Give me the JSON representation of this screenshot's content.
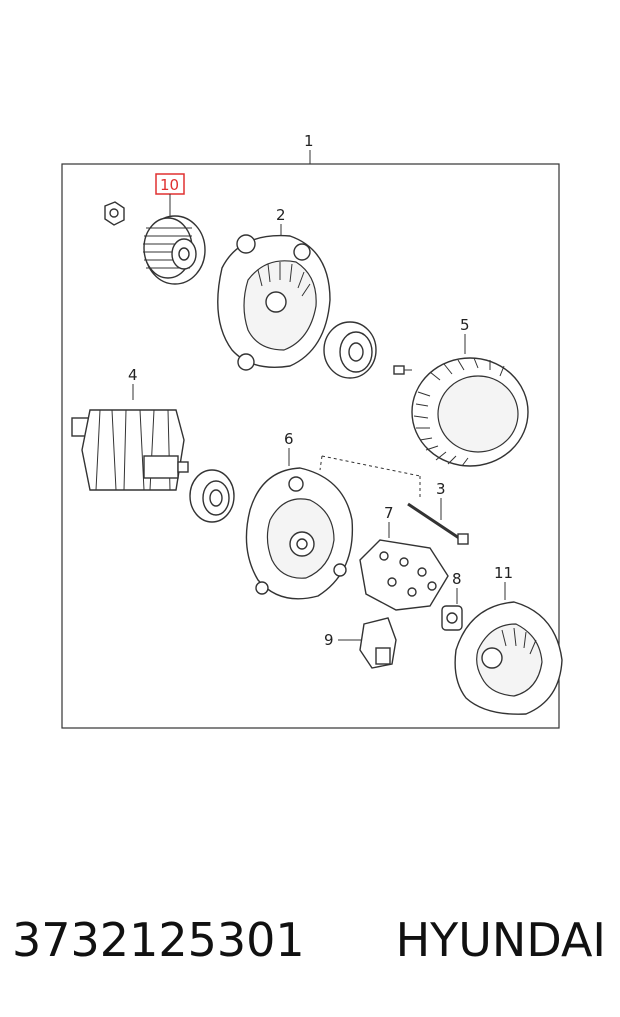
{
  "diagram": {
    "assembly_callout": "1",
    "callouts": [
      {
        "id": "2",
        "label": "2"
      },
      {
        "id": "3",
        "label": "3"
      },
      {
        "id": "4",
        "label": "4"
      },
      {
        "id": "5",
        "label": "5"
      },
      {
        "id": "6",
        "label": "6"
      },
      {
        "id": "7",
        "label": "7"
      },
      {
        "id": "8",
        "label": "8"
      },
      {
        "id": "9",
        "label": "9"
      },
      {
        "id": "10",
        "label": "10",
        "highlighted": true
      },
      {
        "id": "11",
        "label": "11"
      }
    ],
    "highlight_color": "#e03030"
  },
  "footer": {
    "part_number": "3732125301",
    "brand": "HYUNDAI"
  }
}
